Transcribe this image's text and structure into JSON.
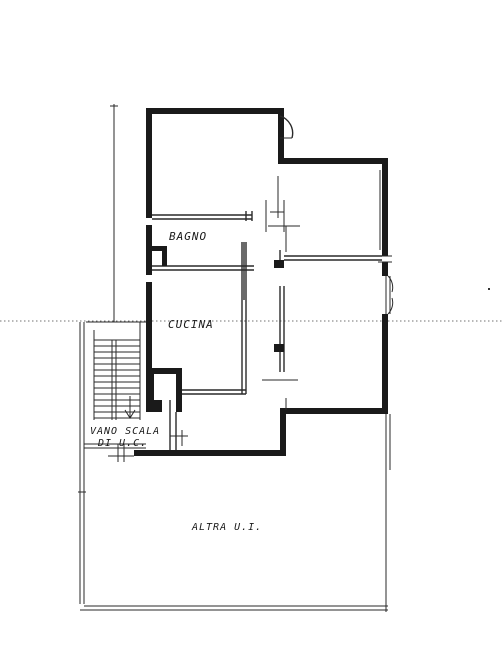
{
  "rooms": {
    "bagno": "BAGNO",
    "cucina": "CUCINA",
    "stair_line1": "VANO SCALA",
    "stair_line2": "DI U.C.",
    "other_unit": "ALTRA U.I."
  }
}
